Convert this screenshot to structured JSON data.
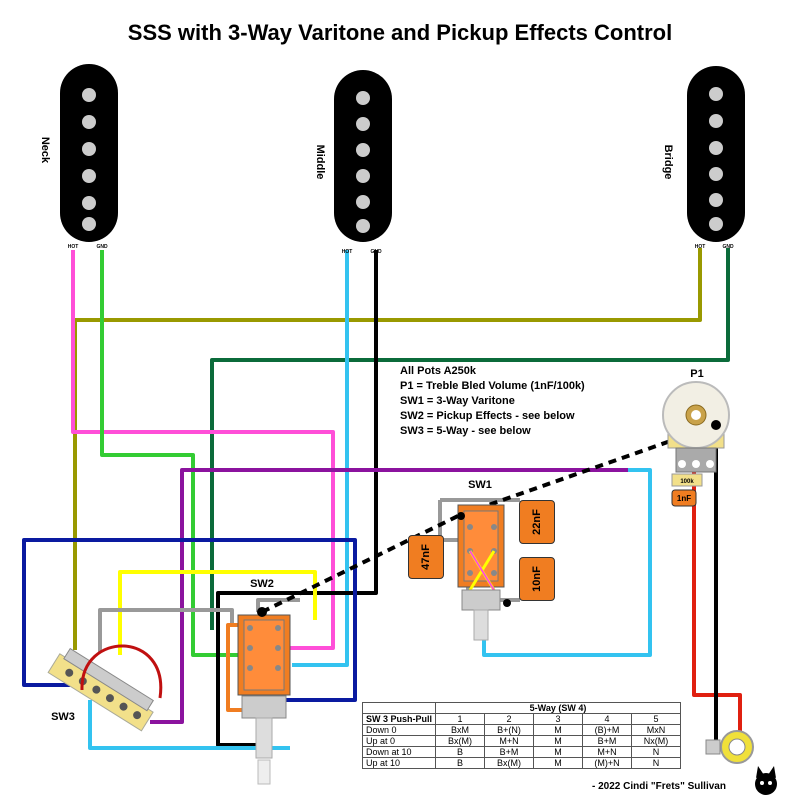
{
  "title": "SSS with 3-Way Varitone and Pickup Effects Control",
  "pickups": [
    {
      "name": "Neck",
      "hot": "HOT",
      "gnd": "GND"
    },
    {
      "name": "Middle",
      "hot": "HOT",
      "gnd": "GND"
    },
    {
      "name": "Bridge",
      "hot": "HOT",
      "gnd": "GND"
    }
  ],
  "notes": [
    "All Pots A250k",
    "P1 = Treble Bled Volume (1nF/100k)",
    "SW1 = 3-Way Varitone",
    "SW2 = Pickup Effects - see below",
    "SW3 = 5-Way - see below"
  ],
  "labels": {
    "p1": "P1",
    "sw1": "SW1",
    "sw2": "SW2",
    "sw3": "SW3",
    "res": "100k",
    "c1nf": "1nF"
  },
  "capacitors": {
    "c47": "47nF",
    "c22": "22nF",
    "c10": "10nF"
  },
  "table": {
    "title": "5-Way (SW 4)",
    "header_label": "SW 3 Push-Pull",
    "columns": [
      "1",
      "2",
      "3",
      "4",
      "5"
    ],
    "rows": [
      {
        "label": "Down 0",
        "cells": [
          "BxM",
          "B+(N)",
          "M",
          "(B)+M",
          "MxN"
        ]
      },
      {
        "label": "Up at 0",
        "cells": [
          "Bx(M)",
          "M+N",
          "M",
          "B+M",
          "Nx(M)"
        ]
      },
      {
        "label": "Down at 10",
        "cells": [
          "B",
          "B+M",
          "M",
          "M+N",
          "N"
        ]
      },
      {
        "label": "Up at 10",
        "cells": [
          "B",
          "Bx(M)",
          "M",
          "(M)+N",
          "N"
        ]
      }
    ]
  },
  "credit": "- 2022 Cindi \"Frets\" Sullivan",
  "colors": {
    "neck_hot": "#ff4fd8",
    "neck_gnd": "#33cc33",
    "mid_hot": "#33c3f0",
    "mid_gnd": "#000000",
    "bridge_hot": "#999900",
    "bridge_gnd": "#0b6b3a",
    "blue": "#0a1aa0",
    "purple": "#8b139e",
    "yellow": "#ffff00",
    "gray": "#999999",
    "red": "#e02010",
    "orange": "#f07d21"
  }
}
